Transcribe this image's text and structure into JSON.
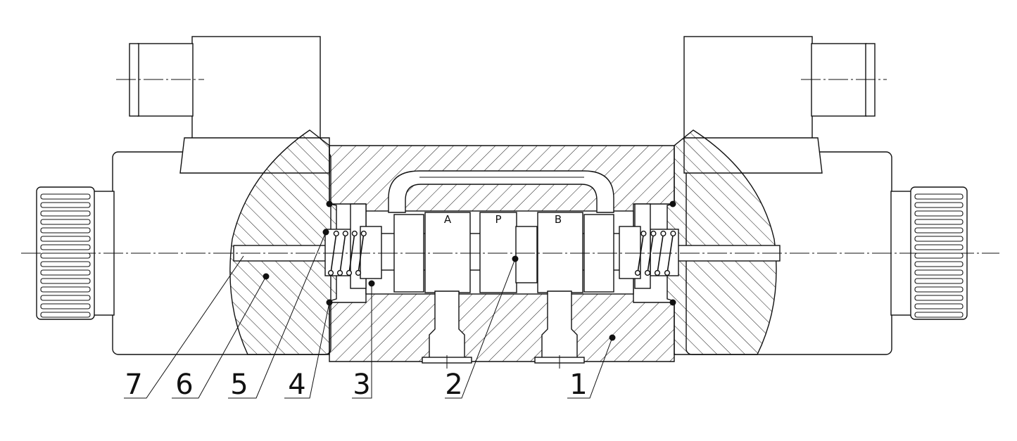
{
  "ports": {
    "a": "A",
    "p": "P",
    "b": "B"
  },
  "callouts": [
    {
      "label": "7"
    },
    {
      "label": "6"
    },
    {
      "label": "5"
    },
    {
      "label": "4"
    },
    {
      "label": "3"
    },
    {
      "label": "2"
    },
    {
      "label": "1"
    }
  ]
}
